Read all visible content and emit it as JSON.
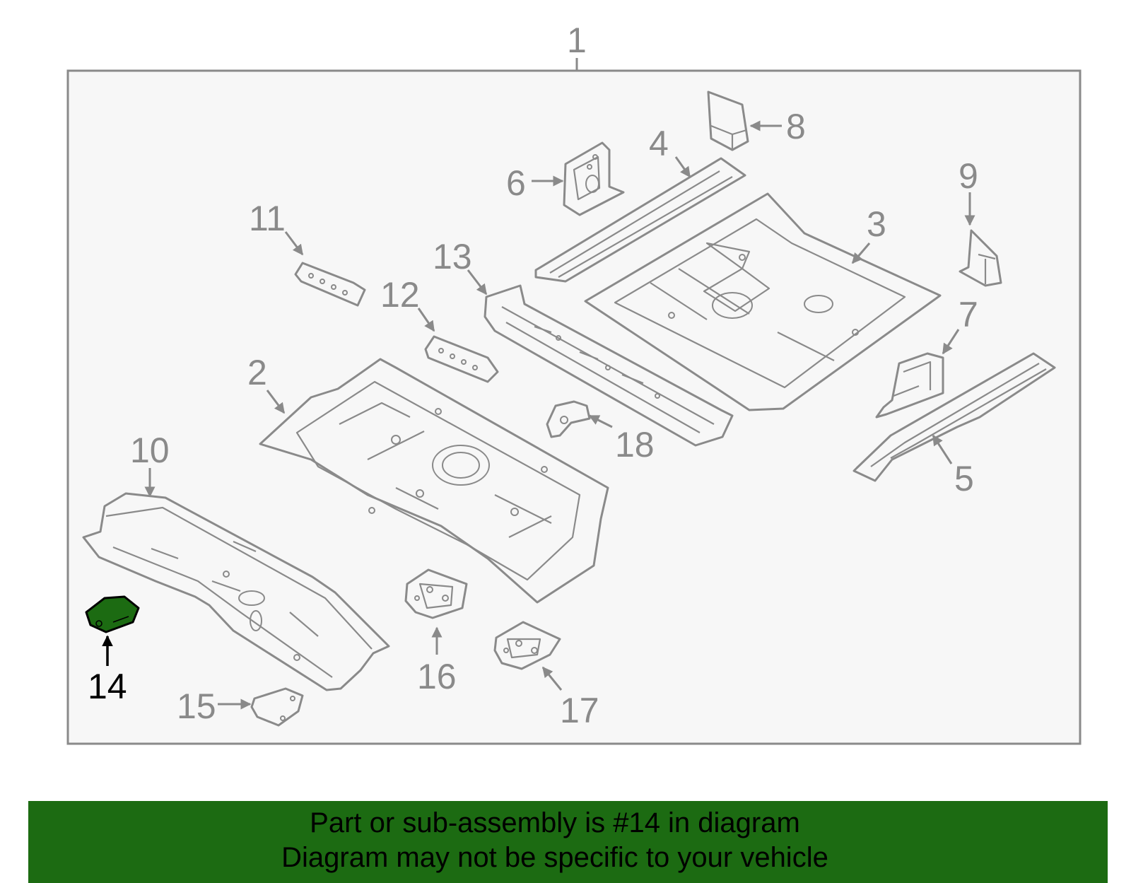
{
  "diagram": {
    "callouts": [
      "1",
      "2",
      "3",
      "4",
      "5",
      "6",
      "7",
      "8",
      "9",
      "10",
      "11",
      "12",
      "13",
      "14",
      "15",
      "16",
      "17",
      "18"
    ],
    "highlighted_part": "14",
    "colors": {
      "highlight": "#1c6b12",
      "part_stroke": "#8a8a8a",
      "frame_fill": "#f7f7f7"
    }
  },
  "banner": {
    "line1": "Part or sub-assembly is #14 in diagram",
    "line2": "Diagram may not be specific to your vehicle"
  }
}
